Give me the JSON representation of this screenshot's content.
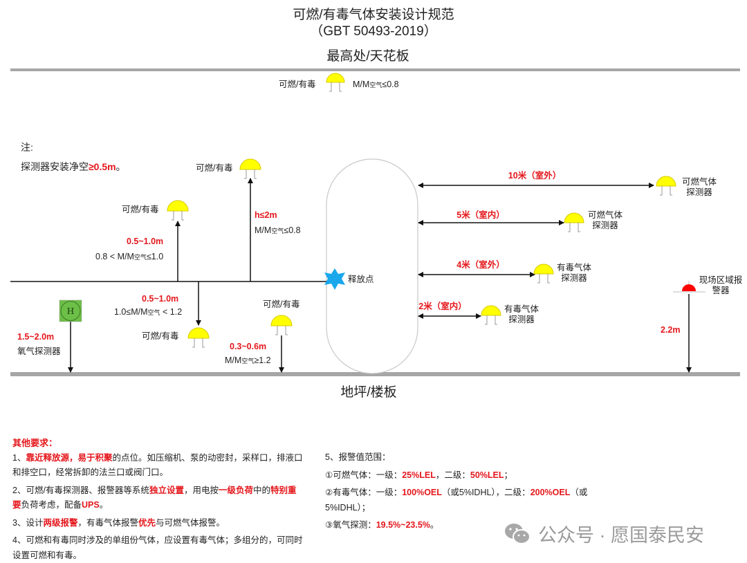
{
  "title": {
    "line1": "可燃/有毒气体安装设计规范",
    "line2": "（GBT 50493-2019）"
  },
  "ceiling_label": "最高处/天花板",
  "floor_label": "地坪/楼板",
  "top_detector": {
    "label": "可燃/有毒",
    "ratio_prefix": "M/M",
    "ratio_sub": "空气",
    "ratio_suffix": "≤0.8"
  },
  "note": {
    "title": "注:",
    "text": "探测器安装净空",
    "value": "≥0.5m",
    "end": "。"
  },
  "detector_high": {
    "label": "可燃/有毒",
    "height": "h≤2m",
    "ratio_prefix": "M/M",
    "ratio_sub": "空气",
    "ratio_suffix": "≤0.8"
  },
  "detector_mid_up": {
    "label": "可燃/有毒",
    "height": "0.5~1.0m",
    "ratio_prefix": "0.8 < M/M",
    "ratio_sub": "空气",
    "ratio_suffix": "≤1.0"
  },
  "detector_mid_down": {
    "label": "可燃/有毒",
    "height": "0.5~1.0m",
    "ratio_prefix": "1.0≤M/M",
    "ratio_sub": "空气",
    "ratio_suffix": " < 1.2"
  },
  "detector_low": {
    "label": "可燃/有毒",
    "height": "0.3~0.6m",
    "ratio_prefix": "M/M",
    "ratio_sub": "空气",
    "ratio_suffix": "≥1.2"
  },
  "oxygen_detector": {
    "icon_letter": "H",
    "height": "1.5~2.0m",
    "label": "氧气探测器"
  },
  "release_point": {
    "label": "释放点"
  },
  "distances": [
    {
      "distance": "10米（室外）",
      "label1": "可燃气体",
      "label2": "探测器"
    },
    {
      "distance": "5米（室内）",
      "label1": "可燃气体",
      "label2": "探测器"
    },
    {
      "distance": "4米（室外）",
      "label1": "有毒气体",
      "label2": "探测器"
    },
    {
      "distance": "2米（室内）",
      "label1": "有毒气体",
      "label2": "探测器"
    }
  ],
  "alarm": {
    "label1": "现场区域报",
    "label2": "警器",
    "height": "2.2m"
  },
  "requirements": {
    "title": "其他要求：",
    "items": [
      [
        {
          "t": "1、"
        },
        {
          "t": "靠近释放源，易于积聚",
          "r": true
        },
        {
          "t": "的点位。如压缩机、泵的动密封，采样口，排液口"
        }
      ],
      [
        {
          "t": "和排空口，经常拆卸的法兰口或阀门口。"
        }
      ],
      [
        {
          "t": "2、可燃/有毒探测器、报警器等系统"
        },
        {
          "t": "独立设置",
          "r": true
        },
        {
          "t": "，用电按"
        },
        {
          "t": "一级负荷",
          "r": true
        },
        {
          "t": "中的"
        },
        {
          "t": "特别重",
          "r": true
        }
      ],
      [
        {
          "t": "要",
          "r": true
        },
        {
          "t": "负荷考虑，配备"
        },
        {
          "t": "UPS",
          "r": true
        },
        {
          "t": "。"
        }
      ],
      [
        {
          "t": "3、设计"
        },
        {
          "t": "两级报警",
          "r": true
        },
        {
          "t": "，有毒气体报警"
        },
        {
          "t": "优先",
          "r": true
        },
        {
          "t": "与可燃气体报警。"
        }
      ],
      [
        {
          "t": "4、可燃和有毒同时涉及的单组份气体，应设置有毒气体；多组分的，可同时"
        }
      ],
      [
        {
          "t": "设置可燃和有毒。"
        }
      ]
    ]
  },
  "alarm_values": {
    "items": [
      [
        {
          "t": "5、报警值范围："
        }
      ],
      [
        {
          "t": "①可燃气体：一级："
        },
        {
          "t": "25%LEL",
          "r": true
        },
        {
          "t": "，二级："
        },
        {
          "t": "50%LEL",
          "r": true
        },
        {
          "t": "；"
        }
      ],
      [
        {
          "t": "②有毒气体：一级："
        },
        {
          "t": "100%OEL",
          "r": true
        },
        {
          "t": "（或5%IDHL），二级："
        },
        {
          "t": "200%OEL",
          "r": true
        },
        {
          "t": "（或"
        }
      ],
      [
        {
          "t": "5%IDHL）；"
        }
      ],
      [
        {
          "t": "③氧气探测："
        },
        {
          "t": "19.5%~23.5%",
          "r": true
        },
        {
          "t": "。"
        }
      ]
    ]
  },
  "watermark": {
    "text": "公众号 · 愿国泰民安"
  },
  "colors": {
    "red": "#e4161b",
    "detector": "#ffff00",
    "release": "#1aa7ec",
    "oxygen": "#6cbf47",
    "alarm": "#ff0000",
    "slab": "#a6a6a6"
  }
}
